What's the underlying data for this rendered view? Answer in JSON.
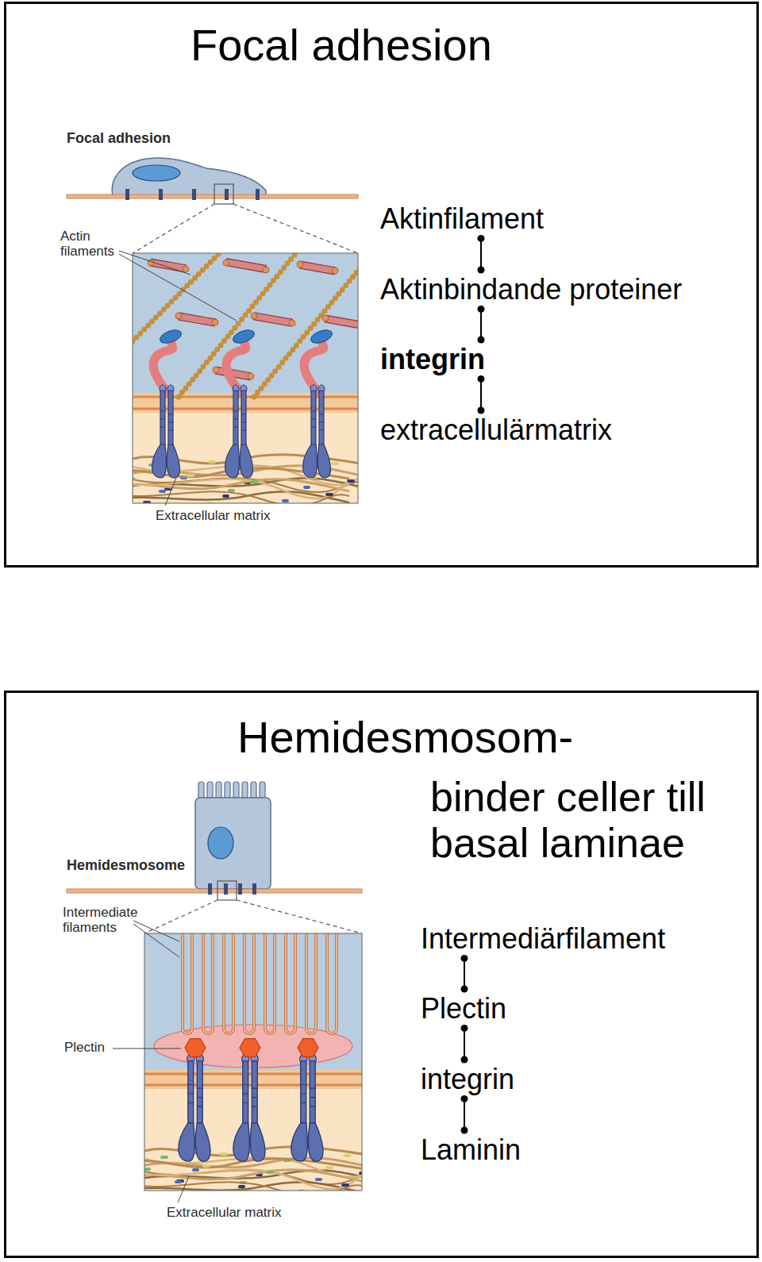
{
  "diagram": {
    "nodes": [
      {
        "text": [
          "Focal adhesion"
        ]
      },
      {
        "text": [
          "Aktinfilament"
        ],
        "in": 0
      },
      {
        "text": [
          "Aktinbindande proteiner"
        ],
        "in": 0
      },
      {
        "text": [
          "integrin"
        ],
        "in": 0
      },
      {
        "text": [
          "extracellulärmatrix"
        ],
        "in": 0
      },
      {
        "text": [
          "Hemidesmosom-",
          "binder celler till basal laminae"
        ]
      },
      {
        "text": [
          "Intermediärfilament"
        ],
        "in": 5
      },
      {
        "text": [
          "Plectin"
        ],
        "in": 5
      },
      {
        "text": [
          "integrin"
        ],
        "in": 5
      },
      {
        "text": [
          "Laminin"
        ],
        "in": 5
      }
    ],
    "edges": [
      {
        "from": 1,
        "to": 2,
        "arrow": "none"
      },
      {
        "from": 2,
        "to": 3,
        "arrow": "none"
      },
      {
        "from": 3,
        "to": 4,
        "arrow": "none"
      },
      {
        "from": 6,
        "to": 7,
        "arrow": "none"
      },
      {
        "from": 7,
        "to": 8,
        "arrow": "none"
      },
      {
        "from": 8,
        "to": 9,
        "arrow": "none"
      }
    ],
    "labels": [
      "Focal adhesion",
      "Actin filaments",
      "Extracellular matrix",
      "Hemidesmosome",
      "Intermediate filaments",
      "Plectin",
      "Extracellular matrix"
    ]
  }
}
